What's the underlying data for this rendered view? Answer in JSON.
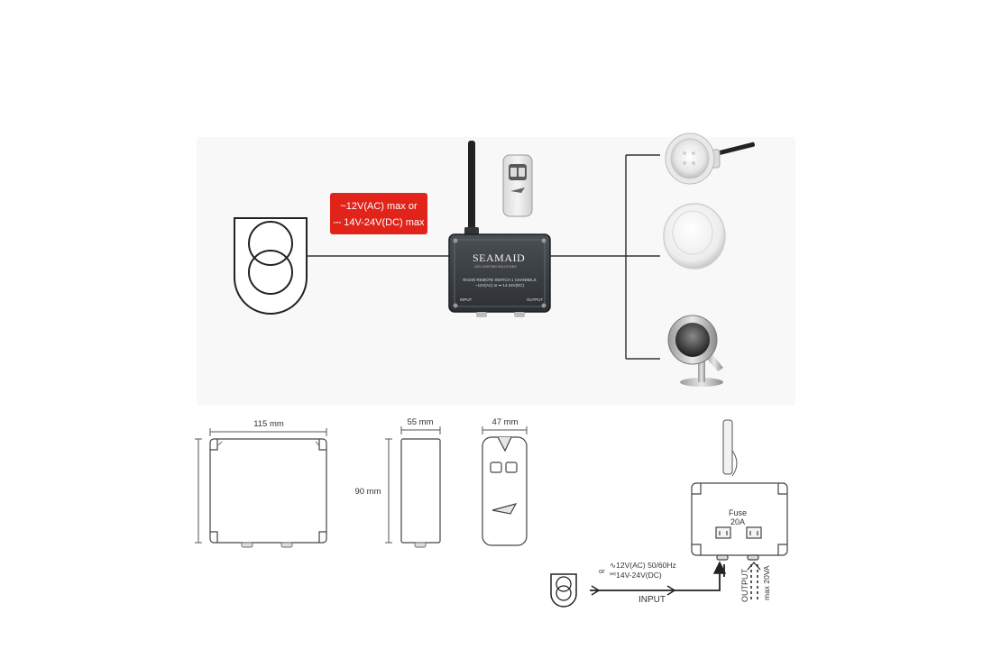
{
  "supply_badge": {
    "line1": "~12V(AC) max or",
    "line2": "⎓ 14V-24V(DC) max",
    "color": "#e2231a"
  },
  "controller": {
    "brand": "SEAMAID",
    "tagline": "LED LIGHTING SOLUTIONS",
    "model_line1": "RADIO REMOTE SWITCH 1 CHANNELS",
    "model_line2": "~12V(AC) or ⎓ 14-24V(DC)",
    "input_label": "INPUT",
    "output_label": "OUTPUT"
  },
  "dimensions": {
    "box_width": "115 mm",
    "box_depth": "55 mm",
    "remote_width": "47 mm",
    "box_height": "90 mm"
  },
  "wiring": {
    "fuse_label": "Fuse",
    "fuse_rating": "20A",
    "or_label": "or",
    "supply_ac": "∿12V(AC) 50/60Hz",
    "supply_dc": "⎃14V-24V(DC)",
    "input_label": "INPUT",
    "output_label": "OUTPUT",
    "output_max": "max 20VA"
  },
  "lights": [
    {
      "icon": "led-lamp-icon"
    },
    {
      "icon": "pool-light-icon"
    },
    {
      "icon": "spotlight-icon"
    }
  ]
}
